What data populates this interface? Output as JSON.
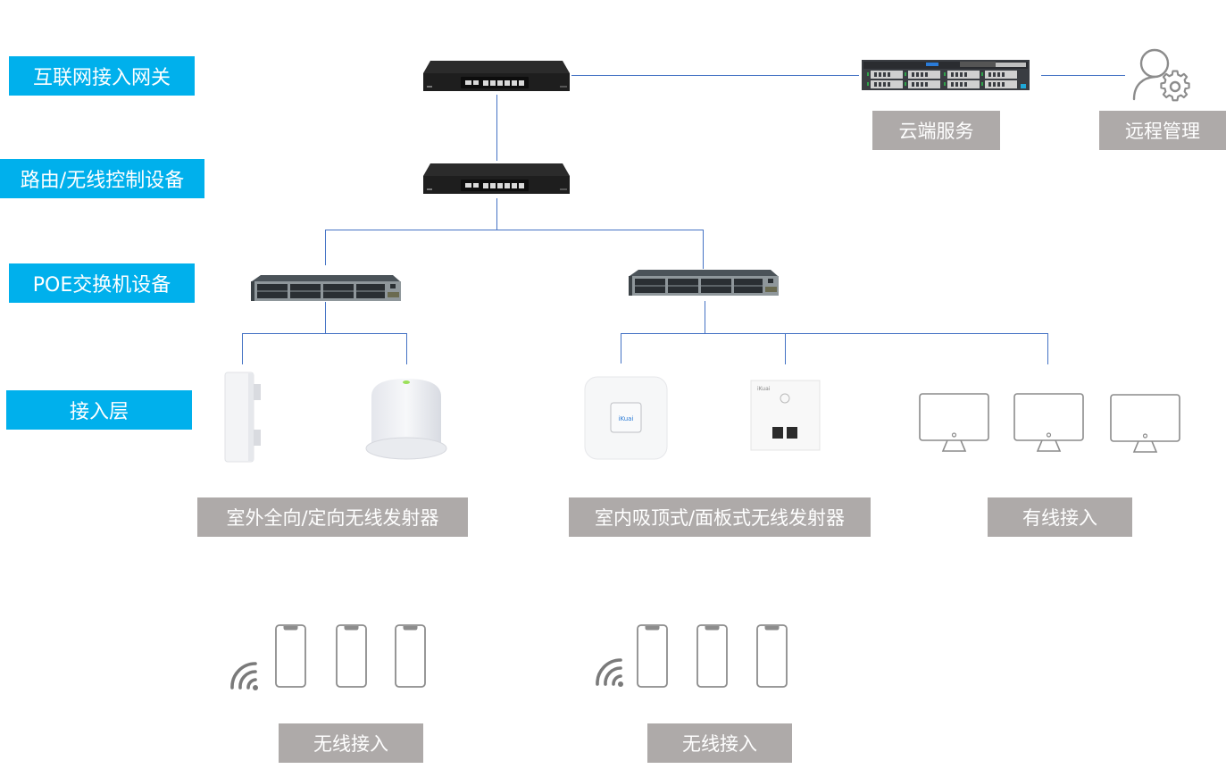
{
  "layers": {
    "gateway": "互联网接入网关",
    "router": "路由/无线控制设备",
    "poe_switch": "POE交换机设备",
    "access": "接入层"
  },
  "top_right": {
    "cloud_service": "云端服务",
    "remote_management": "远程管理"
  },
  "captions": {
    "outdoor_ap": "室外全向/定向无线发射器",
    "indoor_ap": "室内吸顶式/面板式无线发射器",
    "wired_access": "有线接入",
    "wireless_access_left": "无线接入",
    "wireless_access_right": "无线接入"
  },
  "devices": {
    "brand_mark": "iKuai"
  },
  "colors": {
    "layer_label_bg": "#00b0ec",
    "caption_bg": "#aeaaa9",
    "connector": "#4472c4",
    "icon_stroke": "#8c8c8c"
  }
}
